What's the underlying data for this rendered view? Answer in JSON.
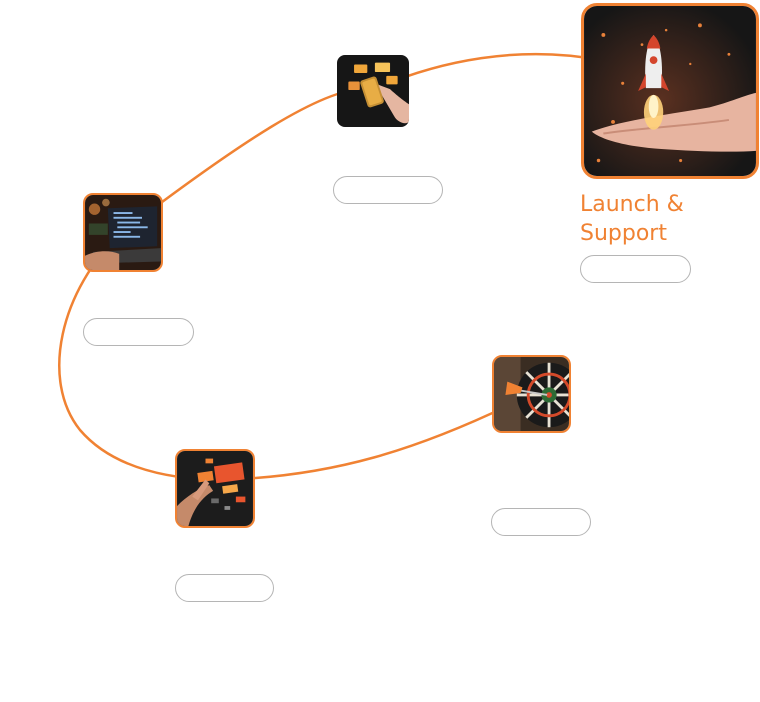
{
  "accent_color": "#f08233",
  "steps": [
    {
      "id": "launch-support",
      "title": "Launch & Support",
      "state": "active",
      "image": "rocket-in-hand"
    },
    {
      "id": "step-phone",
      "title": "",
      "state": "inactive",
      "image": "hand-holding-phone-with-cards"
    },
    {
      "id": "step-laptop",
      "title": "",
      "state": "inactive",
      "image": "person-coding-on-laptop"
    },
    {
      "id": "step-target",
      "title": "",
      "state": "inactive",
      "image": "dart-in-dartboard"
    },
    {
      "id": "step-design",
      "title": "",
      "state": "inactive",
      "image": "hand-with-floating-tiles"
    }
  ],
  "active_step": {
    "title": "Launch & Support"
  }
}
